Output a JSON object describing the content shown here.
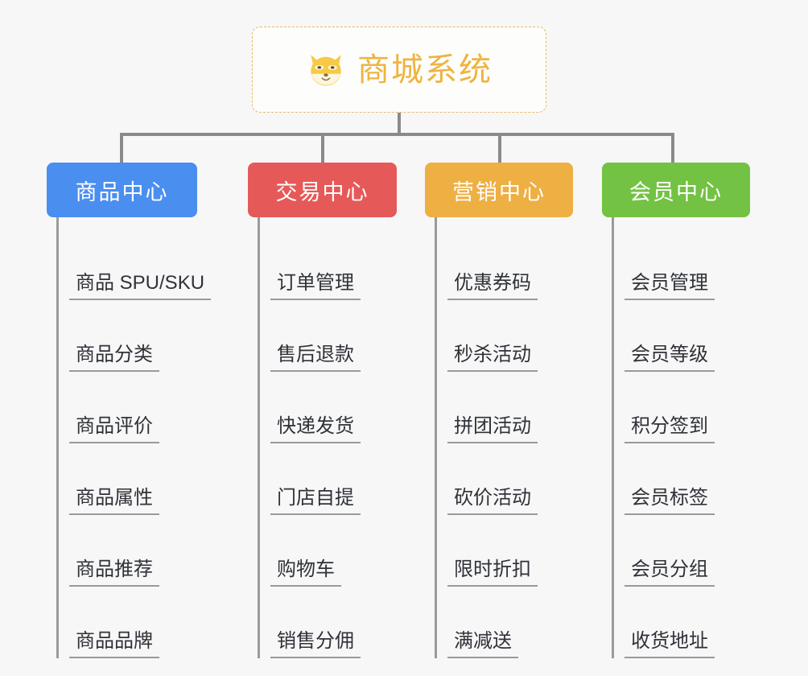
{
  "root": {
    "title": "商城系统",
    "icon": "shiba-dog-face-icon",
    "border_color": "#e9b861",
    "text_color": "#eeb43f",
    "background": "#fdfdfc"
  },
  "canvas": {
    "background": "#f7f7f7",
    "connector_color": "#8a8a8a"
  },
  "branches": [
    {
      "label": "商品中心",
      "color": "#4a8ef0",
      "leaves": [
        {
          "label": "商品 SPU/SKU"
        },
        {
          "label": "商品分类"
        },
        {
          "label": "商品评价"
        },
        {
          "label": "商品属性"
        },
        {
          "label": "商品推荐"
        },
        {
          "label": "商品品牌"
        }
      ]
    },
    {
      "label": "交易中心",
      "color": "#e55a58",
      "leaves": [
        {
          "label": "订单管理"
        },
        {
          "label": "售后退款"
        },
        {
          "label": "快递发货"
        },
        {
          "label": "门店自提"
        },
        {
          "label": "购物车"
        },
        {
          "label": "销售分佣"
        }
      ]
    },
    {
      "label": "营销中心",
      "color": "#eeaf43",
      "leaves": [
        {
          "label": "优惠券码"
        },
        {
          "label": "秒杀活动"
        },
        {
          "label": "拼团活动"
        },
        {
          "label": "砍价活动"
        },
        {
          "label": "限时折扣"
        },
        {
          "label": "满减送"
        }
      ]
    },
    {
      "label": "会员中心",
      "color": "#74c244",
      "leaves": [
        {
          "label": "会员管理"
        },
        {
          "label": "会员等级"
        },
        {
          "label": "积分签到"
        },
        {
          "label": "会员标签"
        },
        {
          "label": "会员分组"
        },
        {
          "label": "收货地址"
        }
      ]
    }
  ]
}
